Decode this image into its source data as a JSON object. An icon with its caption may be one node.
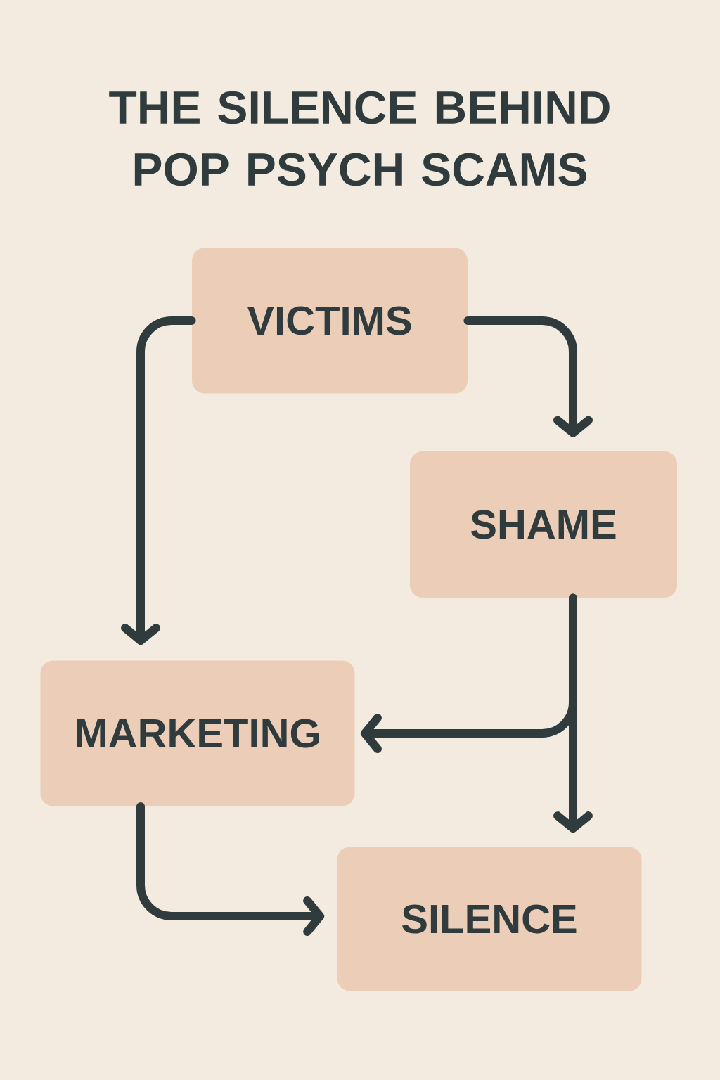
{
  "diagram": {
    "title": "THE SILENCE BEHIND POP PSYCH SCAMS",
    "nodes": [
      {
        "text": [
          "VICTIMS"
        ]
      },
      {
        "text": [
          "SHAME"
        ]
      },
      {
        "text": [
          "MARKETING"
        ]
      },
      {
        "text": [
          "SILENCE"
        ]
      }
    ],
    "edges": [
      {
        "from": 0,
        "to": 1,
        "arrow": "to"
      },
      {
        "from": 0,
        "to": 2,
        "arrow": "to"
      },
      {
        "from": 1,
        "to": 2,
        "arrow": "to"
      },
      {
        "from": 1,
        "to": 3,
        "arrow": "to"
      },
      {
        "from": 2,
        "to": 3,
        "arrow": "to"
      }
    ]
  }
}
